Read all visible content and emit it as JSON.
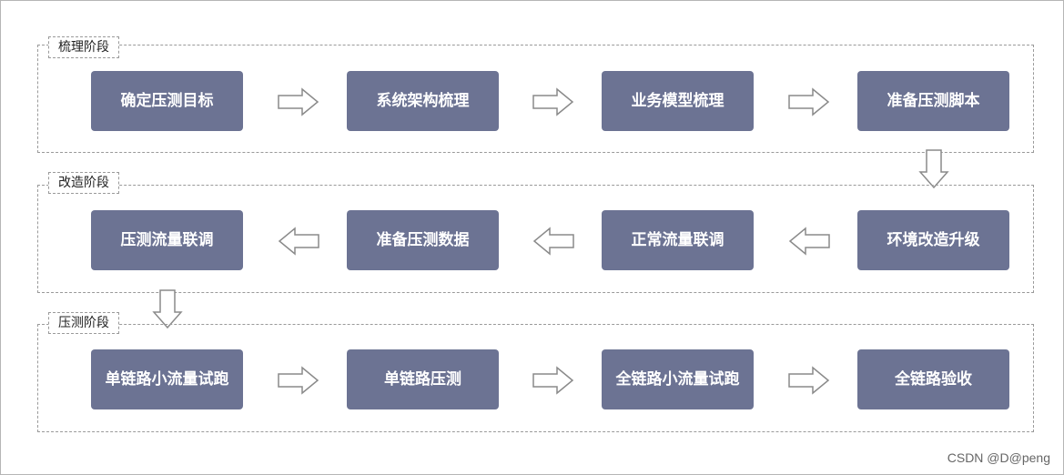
{
  "stages": [
    {
      "label": "梳理阶段",
      "steps": [
        "确定压测目标",
        "系统架构梳理",
        "业务模型梳理",
        "准备压测脚本"
      ]
    },
    {
      "label": "改造阶段",
      "steps": [
        "压测流量联调",
        "准备压测数据",
        "正常流量联调",
        "环境改造升级"
      ]
    },
    {
      "label": "压测阶段",
      "steps": [
        "单链路小流量试跑",
        "单链路压测",
        "全链路小流量试跑",
        "全链路验收"
      ]
    }
  ],
  "watermark": "CSDN @D@peng",
  "colors": {
    "step_fill": "#6c7393",
    "step_text": "#ffffff",
    "dashed_border": "#9a9a9a",
    "arrow_stroke": "#8a8a8a"
  }
}
